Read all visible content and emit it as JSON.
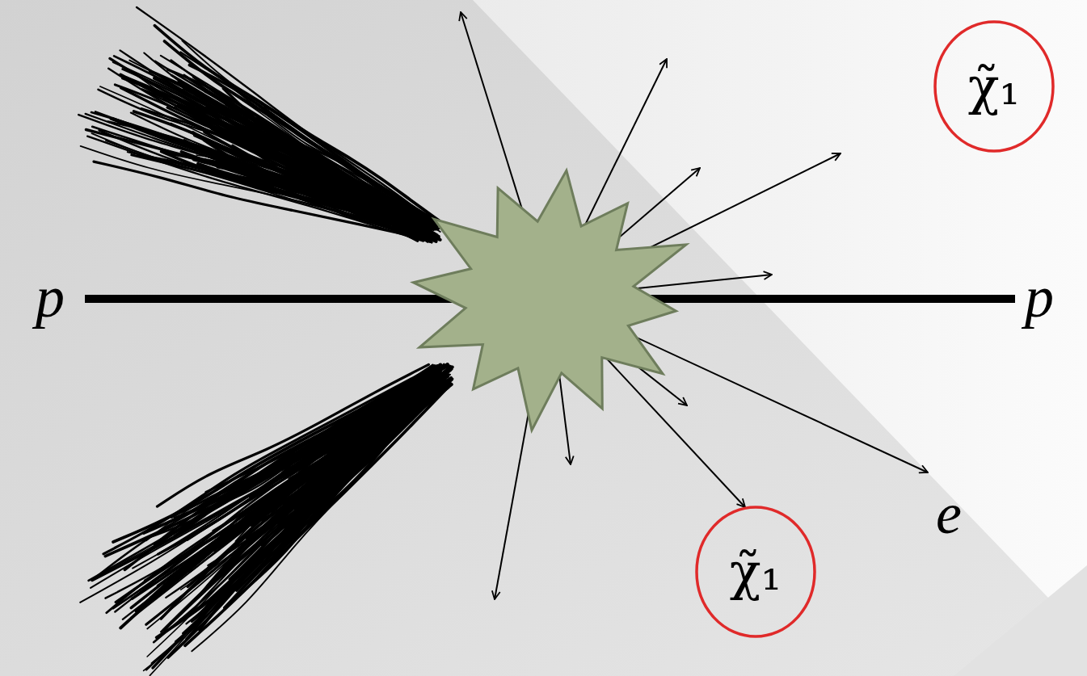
{
  "diagram": {
    "nodes": [
      {
        "text": [
          "χ̃₁"
        ]
      },
      {
        "text": [
          "χ̃₁"
        ]
      }
    ],
    "labels": [
      "p",
      "p",
      "e"
    ]
  }
}
